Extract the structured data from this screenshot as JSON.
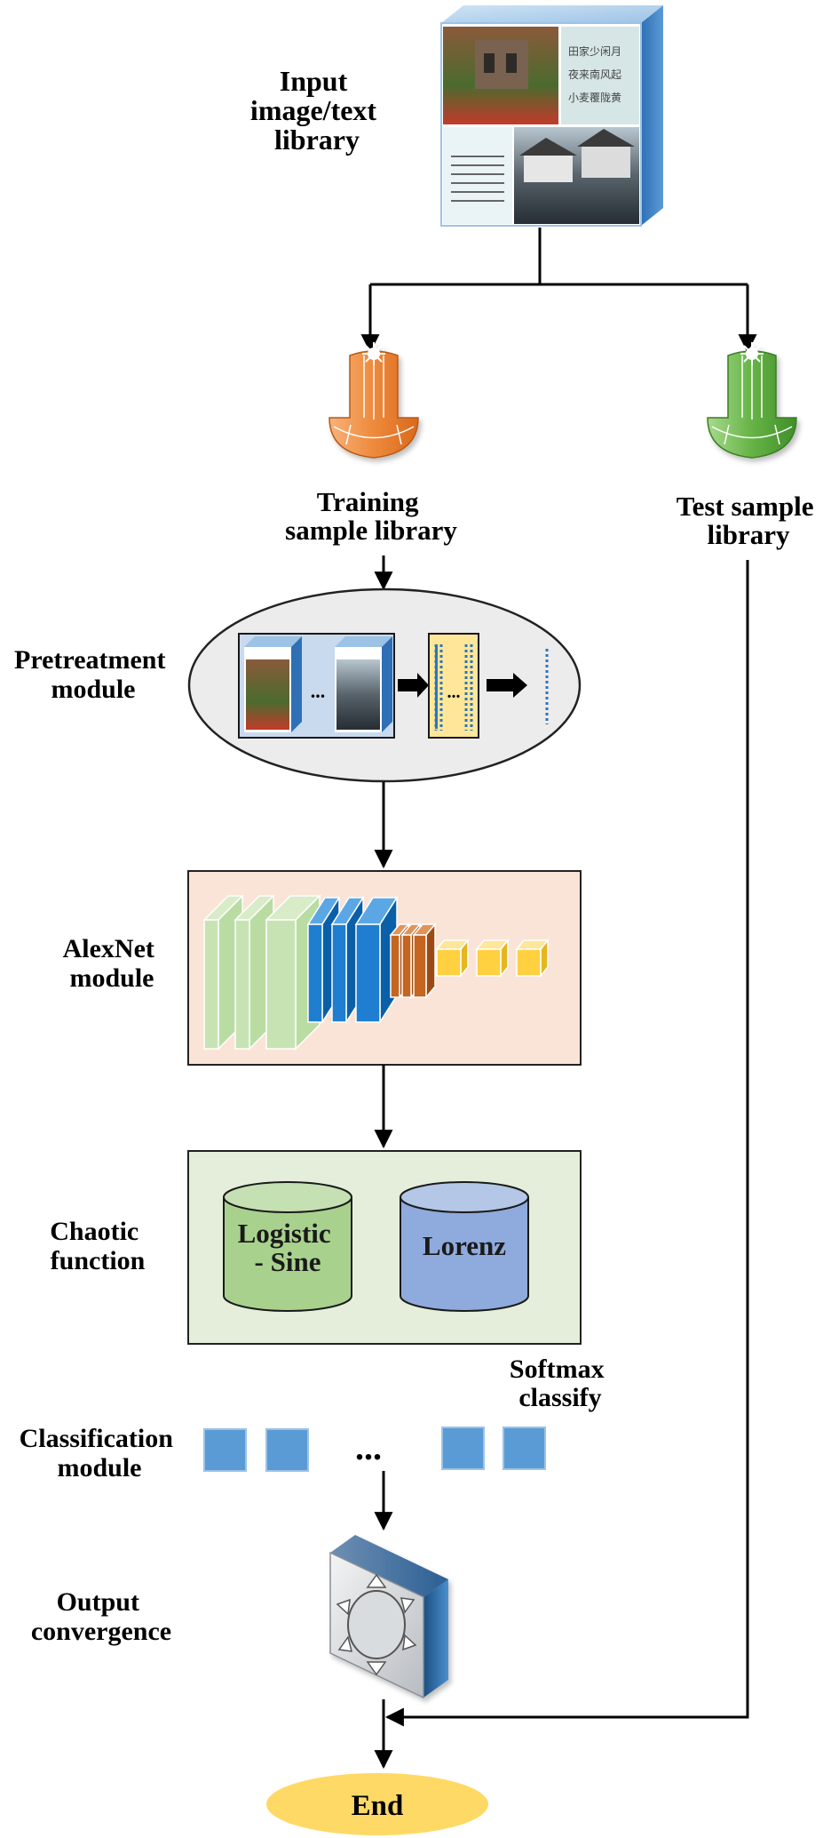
{
  "labels": {
    "input": [
      "Input",
      "image/text",
      "library"
    ],
    "training": [
      "Training",
      "sample library"
    ],
    "test": [
      "Test sample",
      "library"
    ],
    "pretreatment": [
      "Pretreatment",
      "module"
    ],
    "alexnet": [
      "AlexNet",
      "module"
    ],
    "chaotic": [
      "Chaotic",
      "function"
    ],
    "softmax": [
      "Softmax",
      "classify"
    ],
    "classification": [
      "Classification",
      "module"
    ],
    "output": [
      "Output",
      "convergence"
    ]
  },
  "cylinders": {
    "logistic": [
      "Logistic",
      "- Sine"
    ],
    "lorenz": "Lorenz"
  },
  "ellipsis": "...",
  "end": "End",
  "colors": {
    "training_icon": "#ee8a3c",
    "test_icon": "#66b346",
    "pretreatment_bg": "#ececec",
    "alexnet_bg": "#fae4d7",
    "chaotic_bg": "#e4eedb",
    "logistic_fill": "#a9d18e",
    "lorenz_fill": "#8faadc",
    "class_square": "#5b9bd5",
    "end_fill": "#ffd966"
  }
}
